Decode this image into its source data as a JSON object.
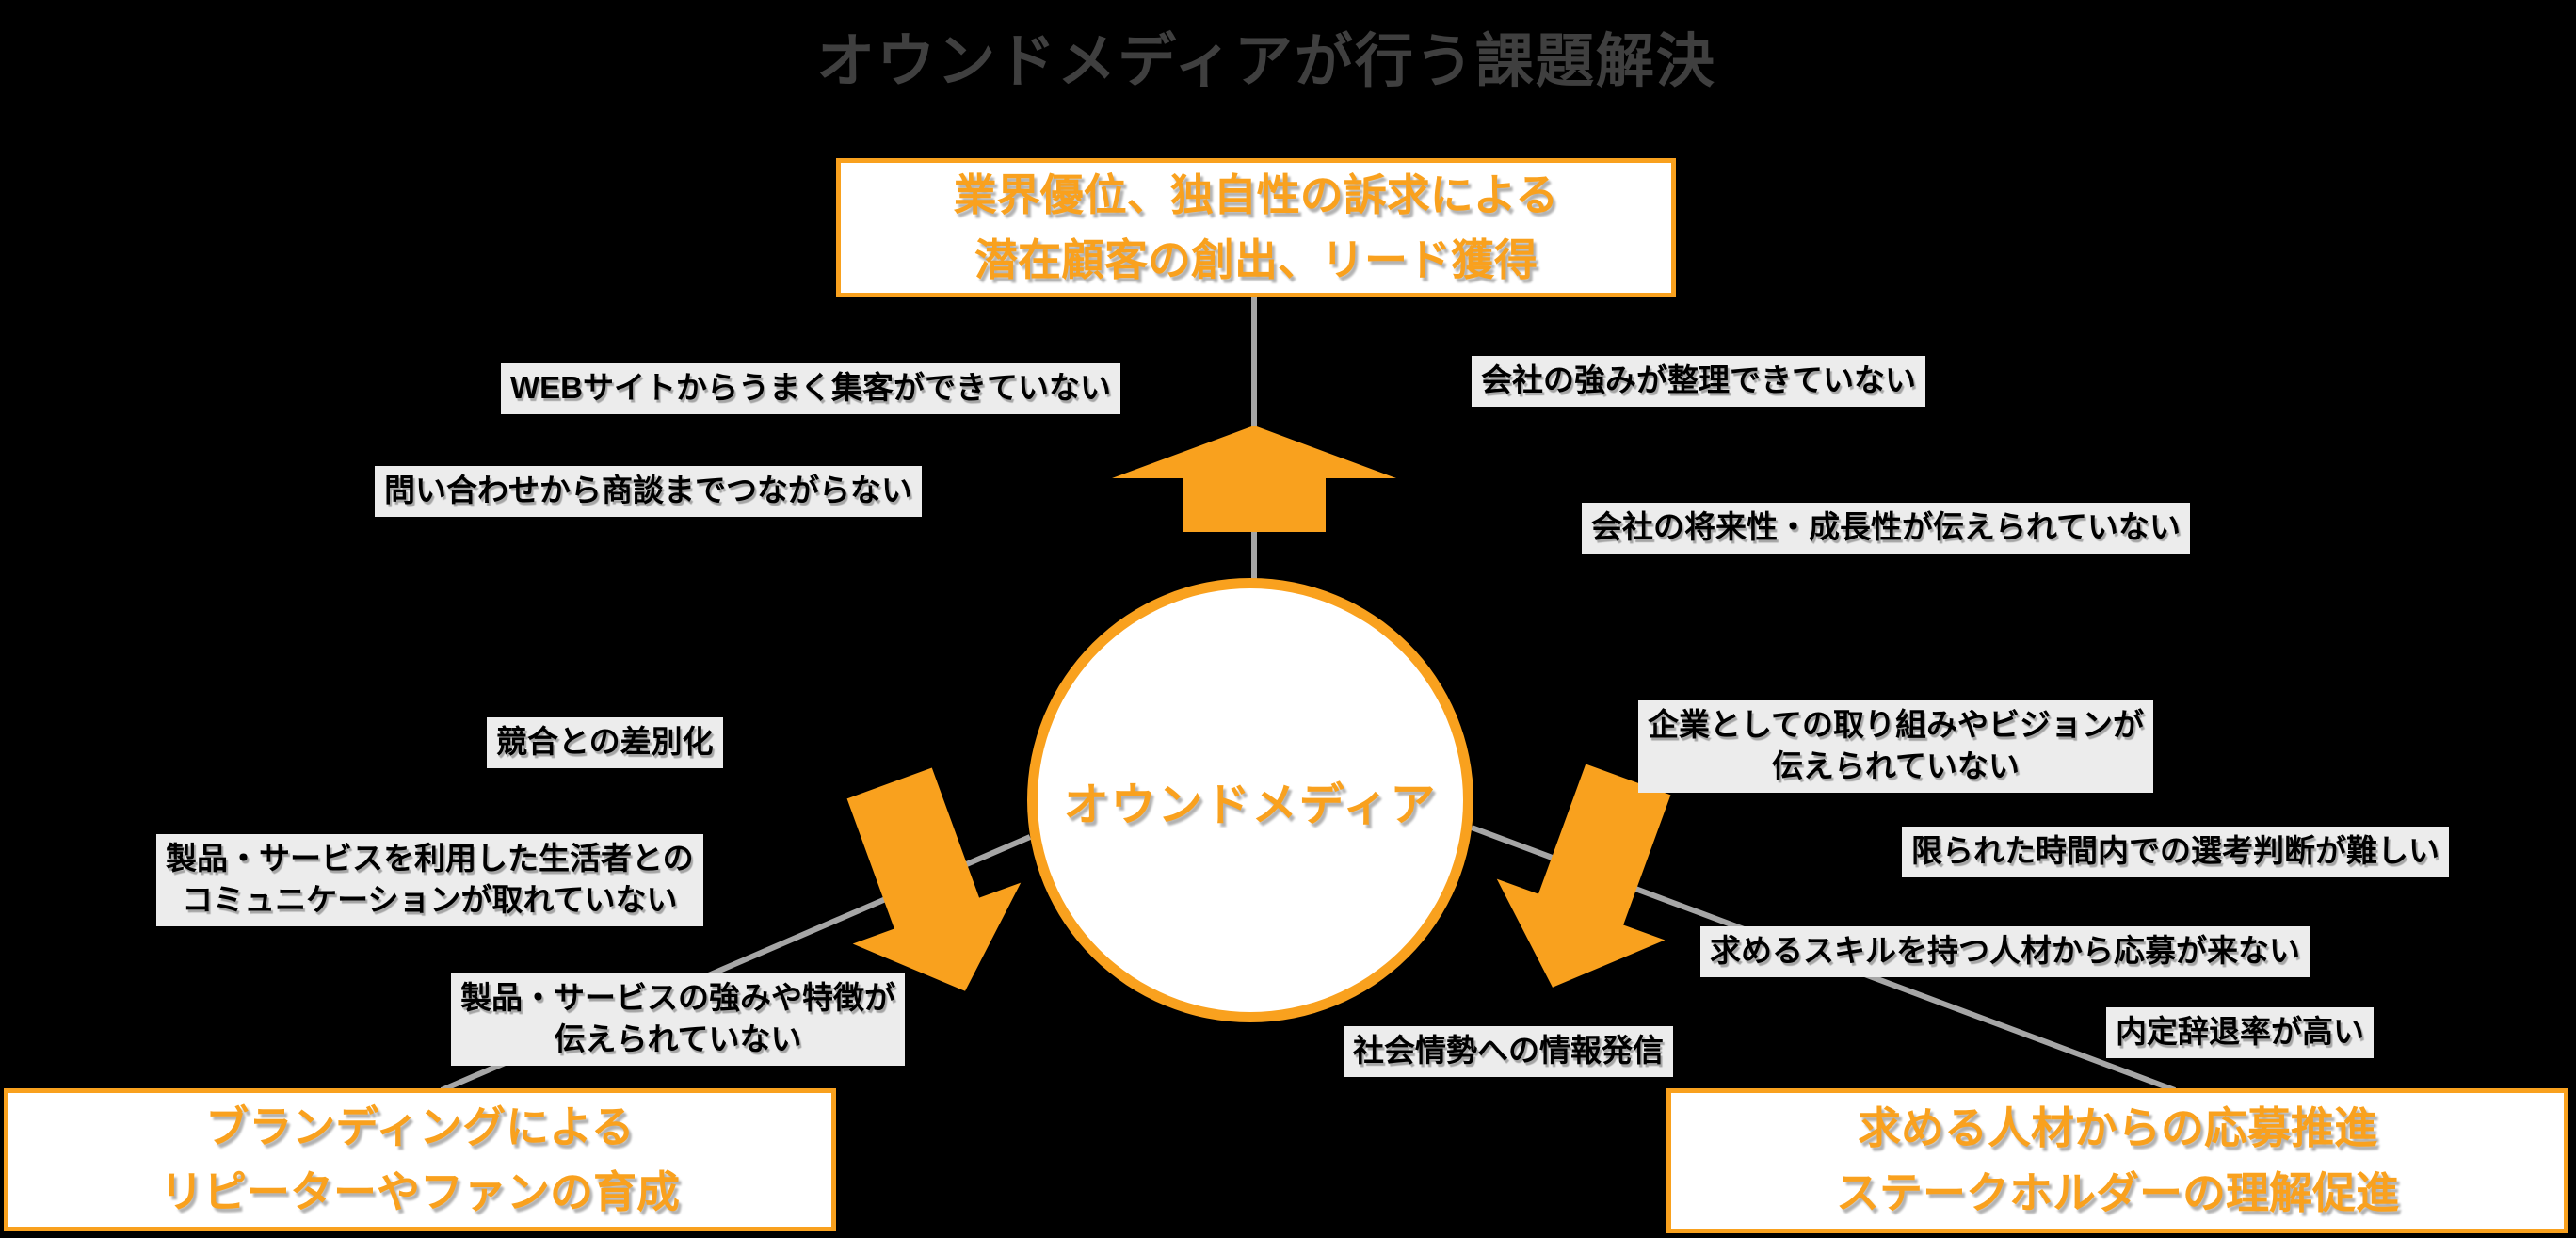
{
  "diagram": {
    "title": "オウンドメディアが行う課題解決",
    "center_node": {
      "label": "オウンドメディア"
    },
    "solutions": {
      "top": "業界優位、独自性の訴求による\n潜在顧客の創出、リード獲得",
      "bottom_left": "ブランディングによる\nリピーターやファンの育成",
      "bottom_right": "求める人材からの応募推進\nステークホルダーの理解促進"
    },
    "issues": [
      {
        "text": "WEBサイトからうまく集客ができていない"
      },
      {
        "text": "問い合わせから商談までつながらない"
      },
      {
        "text": "会社の強みが整理できていない"
      },
      {
        "text": "会社の将来性・成長性が伝えられていない"
      },
      {
        "text": "競合との差別化"
      },
      {
        "text": "製品・サービスを利用した生活者との\nコミュニケーションが取れていない"
      },
      {
        "text": "製品・サービスの強みや特徴が\n伝えられていない"
      },
      {
        "text": "企業としての取り組みやビジョンが\n伝えられていない"
      },
      {
        "text": "限られた時間内での選考判断が難しい"
      },
      {
        "text": "求めるスキルを持つ人材から応募が来ない"
      },
      {
        "text": "内定辞退率が高い"
      },
      {
        "text": "社会情勢への情報発信"
      }
    ]
  },
  "colors": {
    "accent_orange": "#F9A11E",
    "connector_gray": "#A6A6A6",
    "tag_background": "#ECECEC",
    "title_gray": "#3F3F3F",
    "background": "#000000"
  }
}
